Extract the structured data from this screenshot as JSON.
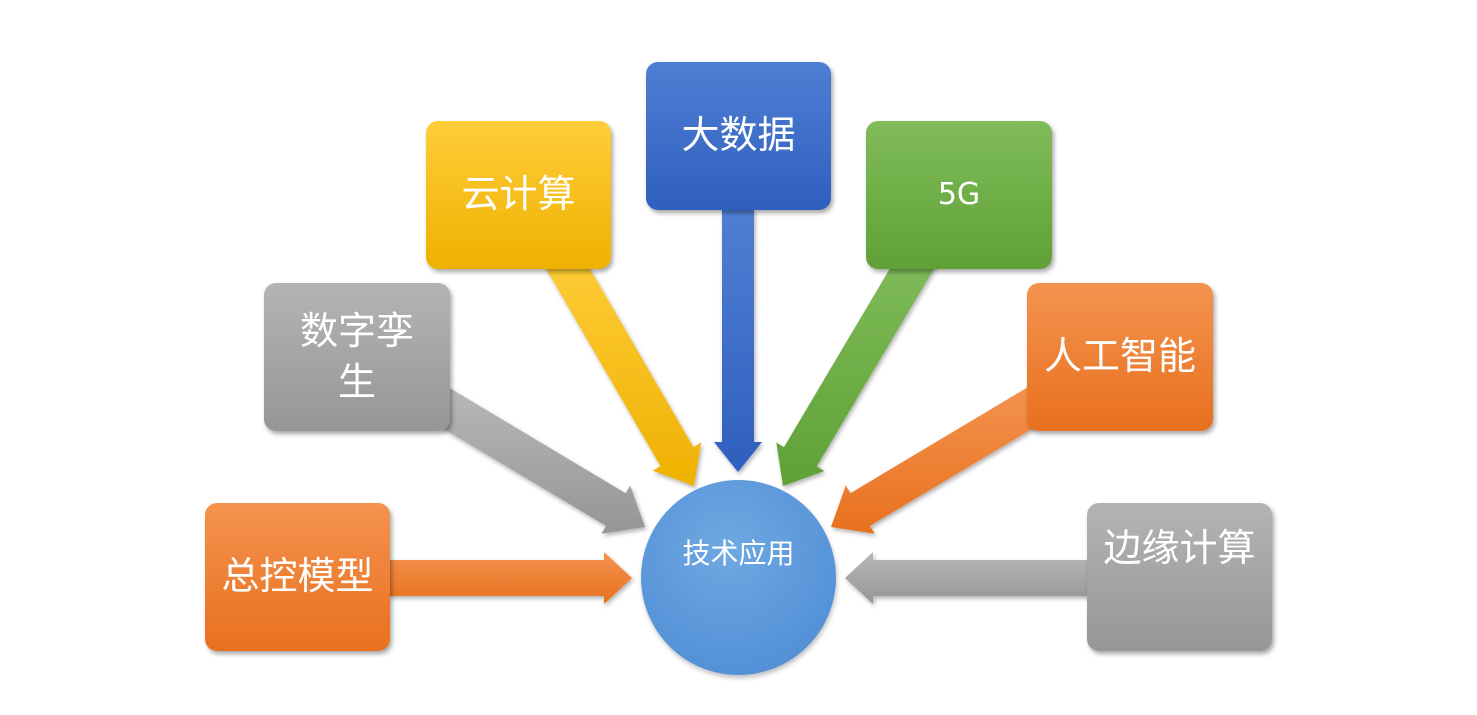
{
  "diagram": {
    "center": {
      "label": "技术应用",
      "color": "#5b9bd5"
    },
    "nodes": [
      {
        "id": "zongkong",
        "label": "总控模型",
        "color": "#ed7d31"
      },
      {
        "id": "shuzi",
        "label_line1": "数字孪",
        "label_line2": "生",
        "color": "#a5a5a5"
      },
      {
        "id": "yun",
        "label": "云计算",
        "color": "#ffc000"
      },
      {
        "id": "dashuju",
        "label": "大数据",
        "color": "#4472c4"
      },
      {
        "id": "5g",
        "label": "5G",
        "color": "#70ad47"
      },
      {
        "id": "rengong",
        "label": "人工智能",
        "color": "#ed7d31"
      },
      {
        "id": "bianyuan",
        "label": "边缘计算",
        "color": "#a5a5a5"
      }
    ]
  }
}
